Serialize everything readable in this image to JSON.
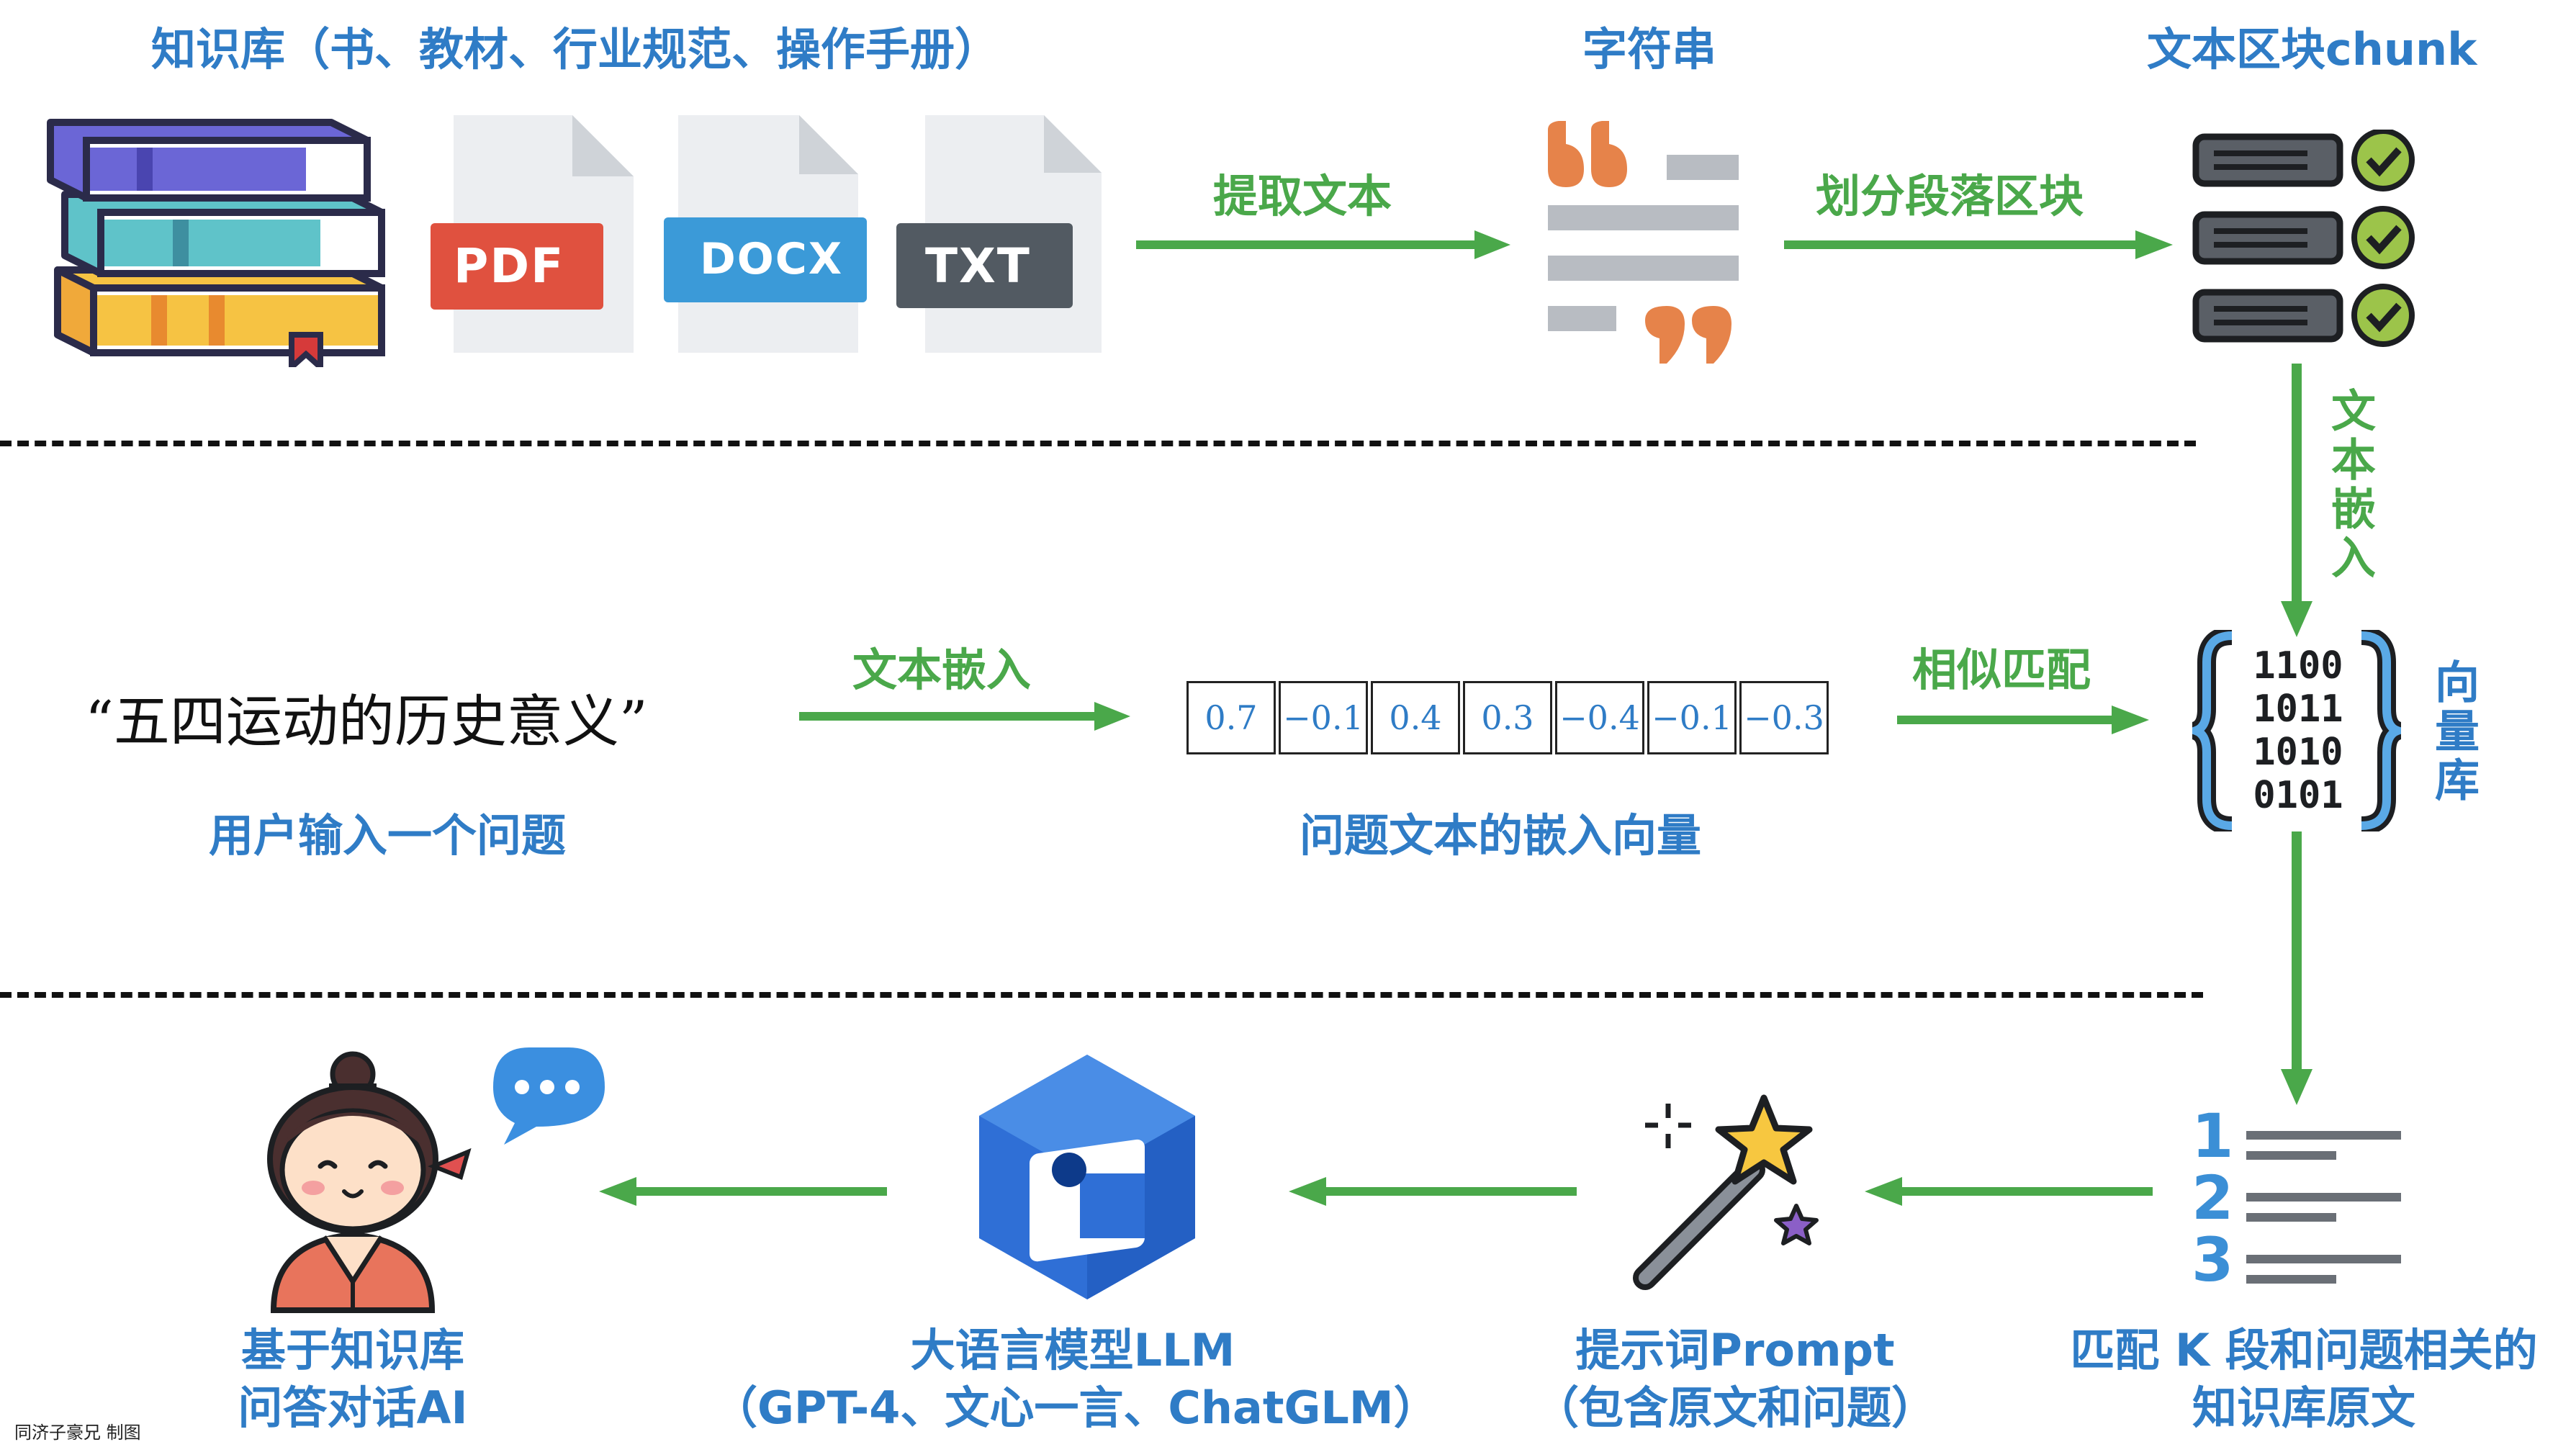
{
  "top": {
    "knowledge_title": "知识库（书、教材、行业规范、操作手册）",
    "string_title": "字符串",
    "chunk_title": "文本区块chunk",
    "extract_label": "提取文本",
    "split_label": "划分段落区块",
    "file_types": [
      "PDF",
      "DOCX",
      "TXT"
    ]
  },
  "middle": {
    "embed_vertical_label": "文本嵌入",
    "query_text": "“五四运动的历史意义”",
    "query_caption": "用户输入一个问题",
    "embed_label": "文本嵌入",
    "vector_values": [
      "0.7",
      "−0.1",
      "0.4",
      "0.3",
      "−0.4",
      "−0.1",
      "−0.3"
    ],
    "vector_caption": "问题文本的嵌入向量",
    "match_label": "相似匹配",
    "vector_db_label": "向量库",
    "binary_rows": [
      "1100",
      "1011",
      "1010",
      "0101"
    ]
  },
  "bottom": {
    "chatbot_caption_line1": "基于知识库",
    "chatbot_caption_line2": "问答对话AI",
    "llm_caption_line1": "大语言模型LLM",
    "llm_caption_line2": "（GPT-4、文心一言、ChatGLM）",
    "prompt_caption_line1": "提示词Prompt",
    "prompt_caption_line2": "（包含原文和问题）",
    "topk_caption_line1": "匹配 K 段和问题相关的",
    "topk_caption_line2": "知识库原文",
    "list_numbers": [
      "1",
      "2",
      "3"
    ]
  },
  "credit": "同济子豪兄 制图",
  "colors": {
    "title_blue": "#2f7cc6",
    "arrow_green": "#4aa84a",
    "pdf_red": "#e0513f",
    "docx_blue": "#3b9ad8",
    "txt_gray": "#525a62"
  }
}
